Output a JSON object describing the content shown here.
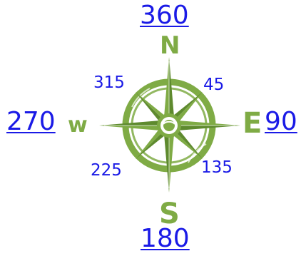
{
  "links": {
    "north": "360",
    "east": "90",
    "south": "180",
    "west": "270"
  },
  "degrees": {
    "northeast": "45",
    "southeast": "135",
    "southwest": "225",
    "northwest": "315"
  },
  "cardinals": {
    "north": "N",
    "east": "E",
    "south": "S",
    "west": "W"
  },
  "colors": {
    "link": "#1a1ae6",
    "compass_green": "#7fab45",
    "compass_green_dark": "#5e8a2e",
    "background": "#ffffff"
  },
  "icons": {
    "compass": "compass-rose-icon"
  }
}
